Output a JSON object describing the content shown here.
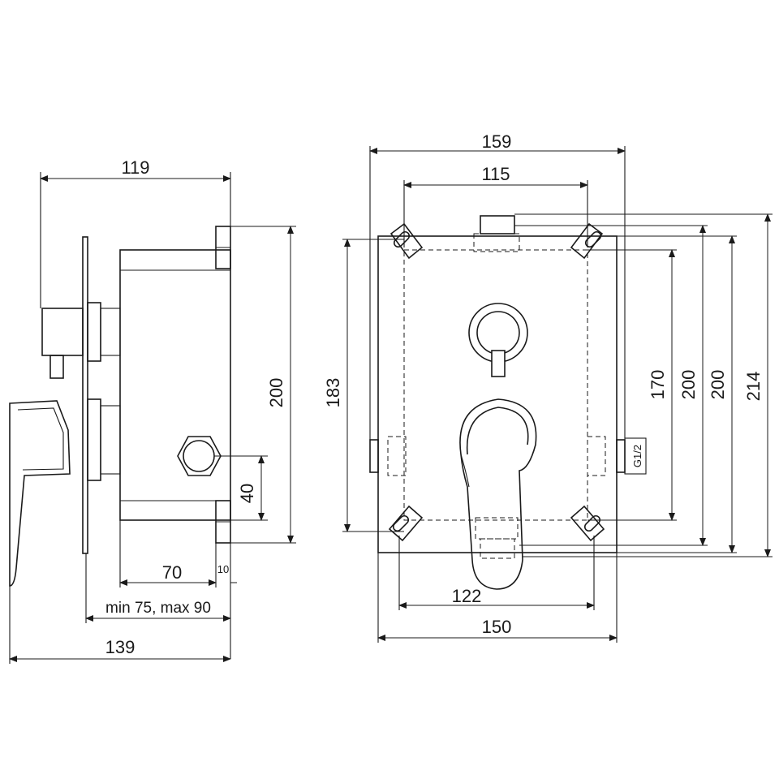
{
  "side_view": {
    "dim_top_width": "119",
    "dim_height": "200",
    "dim_port_offset": "40",
    "dim_body_depth": "70",
    "dim_plate": "10",
    "dim_install_range": "min 75, max 90",
    "dim_total_depth": "139"
  },
  "front_view": {
    "dim_outer_width": "159",
    "dim_inner_width": "115",
    "dim_left_height": "183",
    "dim_height_170": "170",
    "dim_height_200_a": "200",
    "dim_height_200_b": "200",
    "dim_height_214": "214",
    "thread_label": "G1/2",
    "dim_hole_spacing": "122",
    "dim_body_width": "150"
  },
  "colors": {
    "line": "#1a1a1a",
    "background": "#ffffff"
  }
}
